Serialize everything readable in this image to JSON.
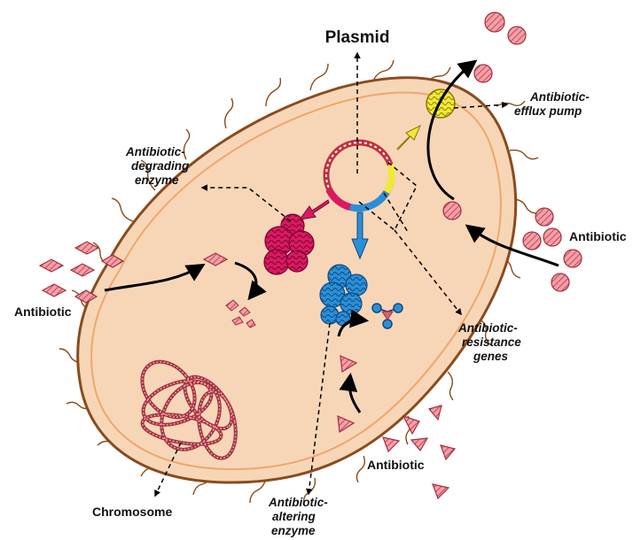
{
  "labels": {
    "plasmid": "Plasmid",
    "efflux_pump": [
      "Antibiotic-",
      "efflux pump"
    ],
    "degrading_enzyme": [
      "Antibiotic-",
      "degrading",
      "enzyme"
    ],
    "antibiotic_left": "Antibiotic",
    "antibiotic_right": "Antibiotic",
    "antibiotic_bottom": "Antibiotic",
    "resistance_genes": [
      "Antibiotic-",
      "resistance",
      "genes"
    ],
    "chromosome": "Chromosome",
    "altering_enzyme": [
      "Antibiotic-",
      "altering",
      "enzyme"
    ]
  },
  "colors": {
    "cell_fill": "#f7d6b8",
    "cell_border": "#8a4b1c",
    "inner_membrane": "#f0a66a",
    "antibiotic_red": "#e0606e",
    "degrading_magenta": "#d81b60",
    "altering_blue": "#2b8fd6",
    "pump_yellow": "#f2e83a",
    "chromosome": "#c9505e"
  }
}
